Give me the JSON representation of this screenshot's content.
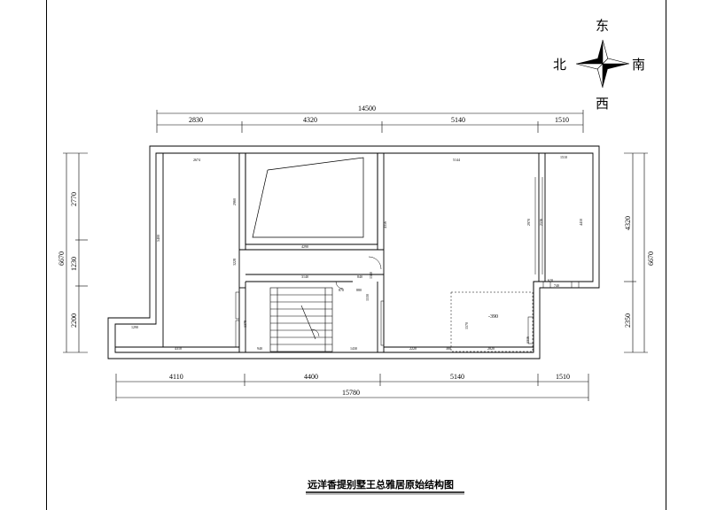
{
  "title": "远洋香提别墅王总雅居原始结构图",
  "compass": {
    "east": "东",
    "west": "西",
    "south": "南",
    "north": "北"
  },
  "dims_top": {
    "total": "14500",
    "d1": "2830",
    "d2": "4320",
    "d3": "5140",
    "d4": "1510"
  },
  "dims_bottom": {
    "total": "15780",
    "d1": "4110",
    "d2": "4400",
    "d3": "5140",
    "d4": "1510"
  },
  "dims_left": {
    "total": "6670",
    "d1": "2770",
    "d2": "1230",
    "d3": "2200"
  },
  "dims_right": {
    "total": "6670",
    "d1": "4320",
    "d2": "2350"
  },
  "room_labels": {
    "r1_top": "2674",
    "r1_side": "5400",
    "r1_bottom": "4310",
    "r1_ext": "1290",
    "r2_side": "2960",
    "r2_top": "4290",
    "r3_side": "3228",
    "stair_top": "3140",
    "stair_a": "840",
    "stair_b": "880",
    "stair_c": "870",
    "stair_d": "1378",
    "stair_e": "940",
    "stair_f": "1430",
    "stair_g": "1580",
    "r4_top": "5144",
    "r4_side": "4356",
    "r4_mid": "2970",
    "r4_mid2": "2536",
    "r4_bot_a": "2220",
    "r4_bot_b": "2820",
    "r4_bot_c": "380",
    "r4_ctr": "1570",
    "r5_top": "1510",
    "r5_side": "4410",
    "r5_low": "620",
    "level": "-390",
    "misc1": "740",
    "misc2": "1316",
    "misc3": "1530"
  }
}
